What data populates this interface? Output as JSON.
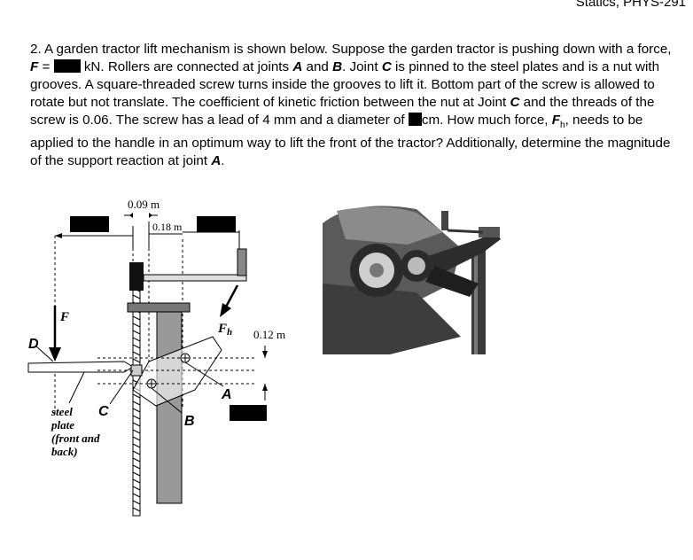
{
  "header": {
    "course": "Statics, PHYS-291"
  },
  "problem": {
    "s1": "2.  A garden tractor lift mechanism is shown below. Suppose the garden tractor is pushing down with a force, ",
    "f_sym": "F",
    "eq": " = ",
    "s2": " kN. Rollers are connected at joints ",
    "A": "A",
    "and": " and ",
    "B": "B",
    "s3": ". Joint ",
    "C": "C",
    "s4": " is pinned to the steel plates and is a nut with grooves. A square-threaded screw turns inside the grooves to lift it. Bottom part of the screw is allowed to rotate but not translate. The coefficient of kinetic friction between the nut at Joint ",
    "C2": "C",
    "s5": " and the threads of the screw is 0.06. The screw has a lead of 4 mm and a diameter of ",
    "s6": "cm. How much force, ",
    "fh_sym": "F",
    "fh_sub": "h",
    "s7": ", needs to be applied to the handle in an optimum way to lift the front of the tractor? Additionally, determine the magnitude of the support reaction at joint ",
    "A2": "A",
    "end": "."
  },
  "diagram": {
    "dim_009": "0.09 m",
    "dim_018": "0.18 m",
    "dim_012": "0.12 m",
    "label_F": "F",
    "label_Fh": "F",
    "label_Fh_sub": "h",
    "label_D": "D",
    "label_A": "A",
    "label_B": "B",
    "label_C": "C",
    "steel_plate_1": "steel",
    "steel_plate_2": "plate",
    "steel_plate_3": "(front and",
    "steel_plate_4": "back)"
  },
  "photo": {
    "description_icon": "tractor-lift-photo"
  }
}
